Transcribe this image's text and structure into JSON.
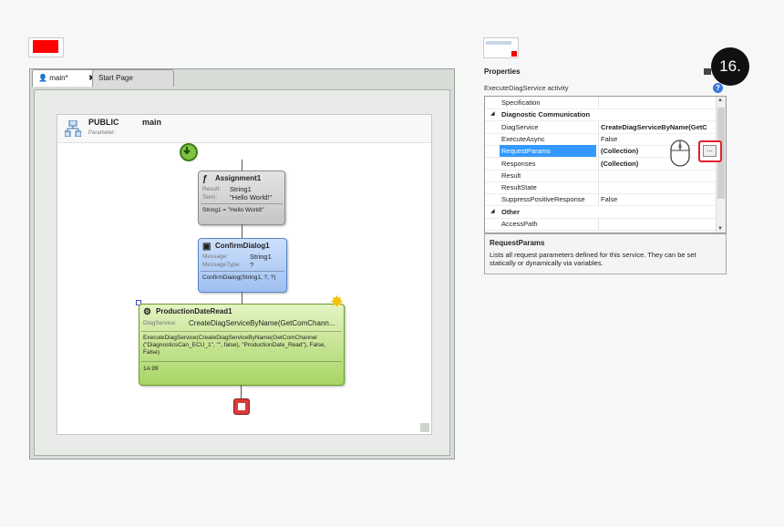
{
  "editor": {
    "tabs": [
      {
        "label": "main*",
        "close": "✖"
      },
      {
        "label": "Start Page"
      }
    ],
    "header": {
      "scope": "PUBLIC",
      "name": "main",
      "parameter_label": "Parameter:"
    }
  },
  "flow": {
    "assignment": {
      "title": "Assignment1",
      "result_label": "Result:",
      "result_value": "String1",
      "term_label": "Term:",
      "term_value": "\"Hello World!\"",
      "expression": "String1 = \"Hello World!\""
    },
    "confirm": {
      "title": "ConfirmDialog1",
      "message_label": "Message:",
      "message_value": "String1",
      "type_label": "MessageType:",
      "type_value": "?",
      "expression": "ConfirmDialog(String1, ?, ?)"
    },
    "production": {
      "title": "ProductionDateRead1",
      "service_label": "DiagService:",
      "service_value": "CreateDiagServiceByName(GetComChann...",
      "expression": "ExecuteDiagService(CreateDiagServiceByName(GetComChannel (\"DiagnosticsCan_ECU_1\", \"\", false), \"ProductionDate_Read\"), False, False)",
      "footer": "1A  99"
    }
  },
  "properties": {
    "title": "Properties",
    "subtitle": "ExecuteDiagService activity",
    "help": "?",
    "badge": "16.",
    "rows": [
      {
        "name": "Specification",
        "value": "",
        "kind": "item"
      },
      {
        "name": "Diagnostic Communication",
        "value": "",
        "kind": "cat"
      },
      {
        "name": "DiagService",
        "value": "CreateDiagServiceByName(GetC",
        "kind": "item",
        "bold": true
      },
      {
        "name": "ExecuteAsync",
        "value": "False",
        "kind": "item"
      },
      {
        "name": "RequestParams",
        "value": "(Collection)",
        "kind": "sel",
        "bold": true
      },
      {
        "name": "Responses",
        "value": "(Collection)",
        "kind": "item",
        "bold": true
      },
      {
        "name": "Result",
        "value": "",
        "kind": "item"
      },
      {
        "name": "ResultState",
        "value": "",
        "kind": "item"
      },
      {
        "name": "SuppressPositiveResponse",
        "value": "False",
        "kind": "item"
      },
      {
        "name": "Other",
        "value": "",
        "kind": "cat"
      },
      {
        "name": "AccessPath",
        "value": "",
        "kind": "item"
      }
    ],
    "ellipsis": "...",
    "description_title": "RequestParams",
    "description_text": "Lists all request parameters defined for this service. They can be set statically or dynamically via variables."
  },
  "colors": {
    "selection": "#3399ff",
    "highlight": "#e0202a",
    "start": "#7fc241",
    "stop": "#d93b3b"
  }
}
